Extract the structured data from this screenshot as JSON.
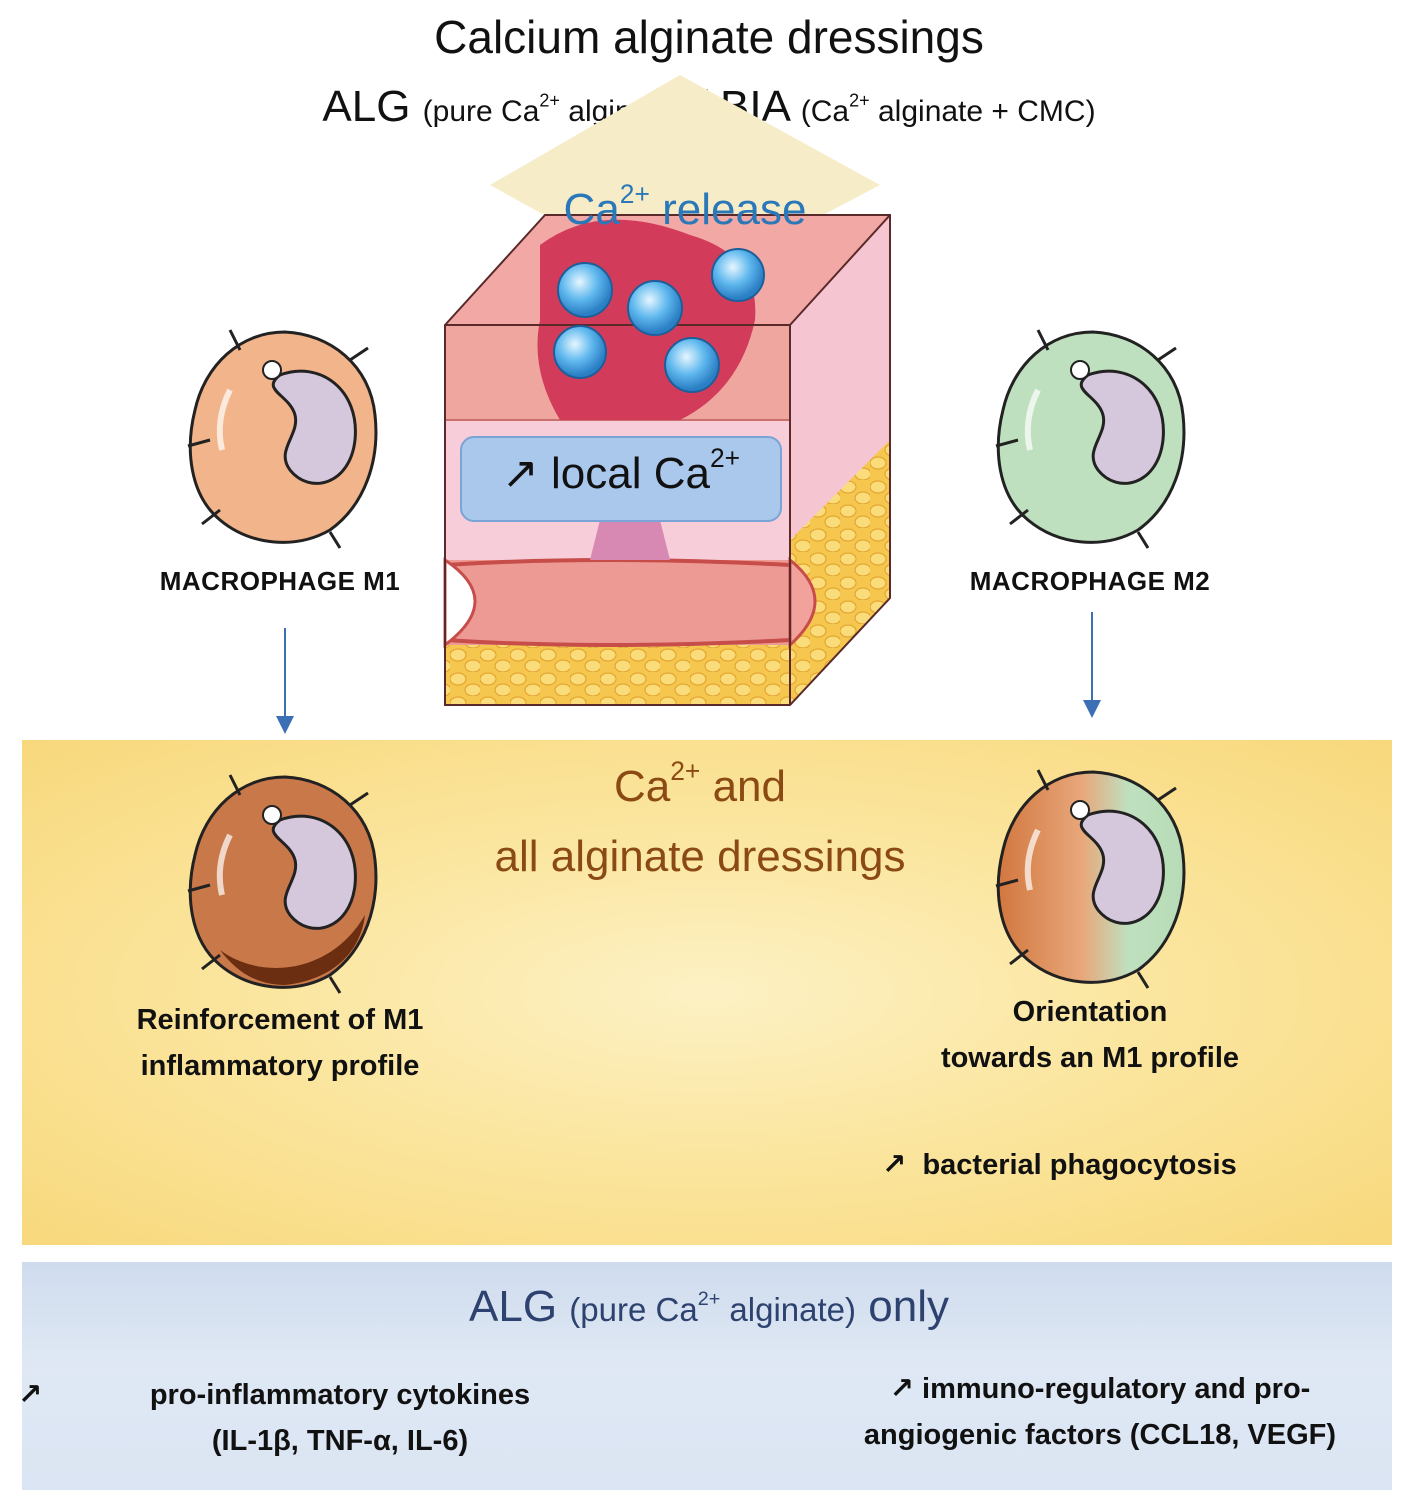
{
  "header": {
    "title": "Calcium alginate dressings",
    "alg": "ALG",
    "alg_desc_pre": "(pure Ca",
    "alg_desc_sup": "2+",
    "alg_desc_post": " alginate)",
    "separator": "/",
    "bia": "BIA",
    "bia_desc_pre": "(Ca",
    "bia_desc_sup": "2+",
    "bia_desc_post": " alginate + CMC)"
  },
  "wound": {
    "release_pre": "Ca",
    "release_sup": "2+",
    "release_post": " release",
    "local_arrow": "↗",
    "local_pre": "local Ca",
    "local_sup": "2+"
  },
  "left": {
    "cell_label": "MACROPHAGE M1",
    "effect_line1": "Reinforcement of M1",
    "effect_line2": "inflammatory profile"
  },
  "right": {
    "cell_label": "MACROPHAGE M2",
    "effect_line1": "Orientation",
    "effect_line2": "towards an M1 profile",
    "extra_arrow": "↗",
    "extra": "bacterial phagocytosis"
  },
  "yellow_panel": {
    "line1_pre": "Ca",
    "line1_sup": "2+",
    "line1_post": " and",
    "line2": "all alginate dressings"
  },
  "blue_panel": {
    "alg": "ALG",
    "desc_pre": "(pure Ca",
    "desc_sup": "2+",
    "desc_post": " alginate)",
    "only": "only",
    "left_arrow": "↗",
    "left_line1": "pro-inflammatory cytokines",
    "left_line2": "(IL-1β, TNF-α, IL-6)",
    "right_arrow": "↗",
    "right_line1": "immuno-regulatory and pro-",
    "right_line2": "angiogenic factors (CCL18, VEGF)"
  },
  "colors": {
    "m1_cell": "#f2b48a",
    "m1_reinforced": "#c9784a",
    "m2_cell": "#bfe0bf",
    "nucleus": "#d6c8dc",
    "arrow": "#3d6fb5",
    "yellow_panel": "#fbe6a0",
    "blue_panel": "#dbe5f3",
    "ca_release_text": "#2a78b8",
    "yellow_heading": "#8b4a14",
    "blue_heading": "#2e4270"
  }
}
